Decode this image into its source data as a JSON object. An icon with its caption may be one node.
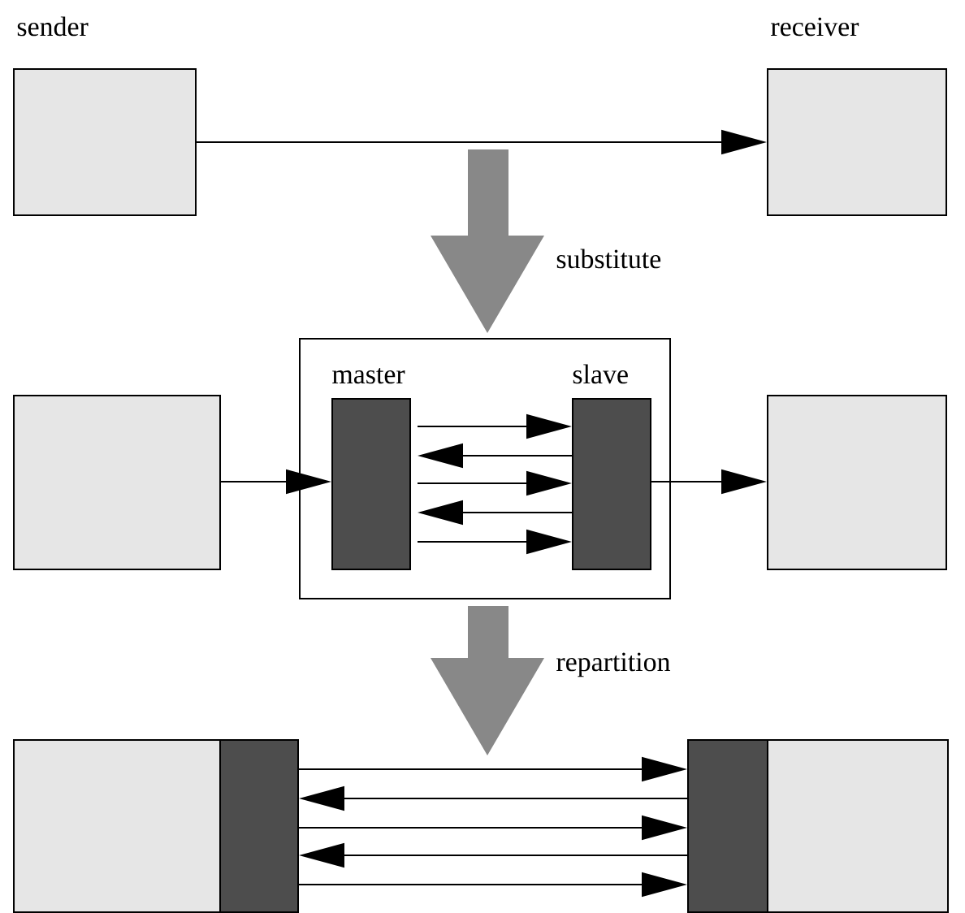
{
  "diagram": {
    "nodes": [
      {
        "text": [
          "sender"
        ]
      },
      {
        "text": [
          "receiver"
        ]
      },
      {
        "text": [],
        "shape": "box"
      },
      {
        "text": [],
        "shape": "box"
      },
      {
        "text": [
          "master"
        ],
        "in": 2
      },
      {
        "text": [
          "slave"
        ],
        "in": 2
      },
      {
        "text": [],
        "shape": "box"
      },
      {
        "text": [],
        "shape": "box"
      },
      {
        "text": [],
        "shape": "box"
      },
      {
        "text": [],
        "shape": "box"
      },
      {
        "text": [],
        "shape": "box"
      }
    ],
    "edges": [
      {
        "from": 0,
        "to": 1,
        "arrow": "to"
      },
      {
        "from": 3,
        "to": 4,
        "arrow": "to"
      },
      {
        "from": 5,
        "to": 6,
        "arrow": "to"
      },
      {
        "from": 4,
        "to": 5,
        "arrow": "to"
      },
      {
        "from": 5,
        "to": 4,
        "arrow": "to"
      },
      {
        "from": 4,
        "to": 5,
        "arrow": "to"
      },
      {
        "from": 5,
        "to": 4,
        "arrow": "to"
      },
      {
        "from": 4,
        "to": 5,
        "arrow": "to"
      },
      {
        "from": 8,
        "to": 9,
        "arrow": "to"
      },
      {
        "from": 9,
        "to": 8,
        "arrow": "to"
      },
      {
        "from": 8,
        "to": 9,
        "arrow": "to"
      },
      {
        "from": 9,
        "to": 8,
        "arrow": "to"
      },
      {
        "from": 8,
        "to": 9,
        "arrow": "to"
      }
    ],
    "labels": [
      "substitute",
      "repartition"
    ]
  }
}
